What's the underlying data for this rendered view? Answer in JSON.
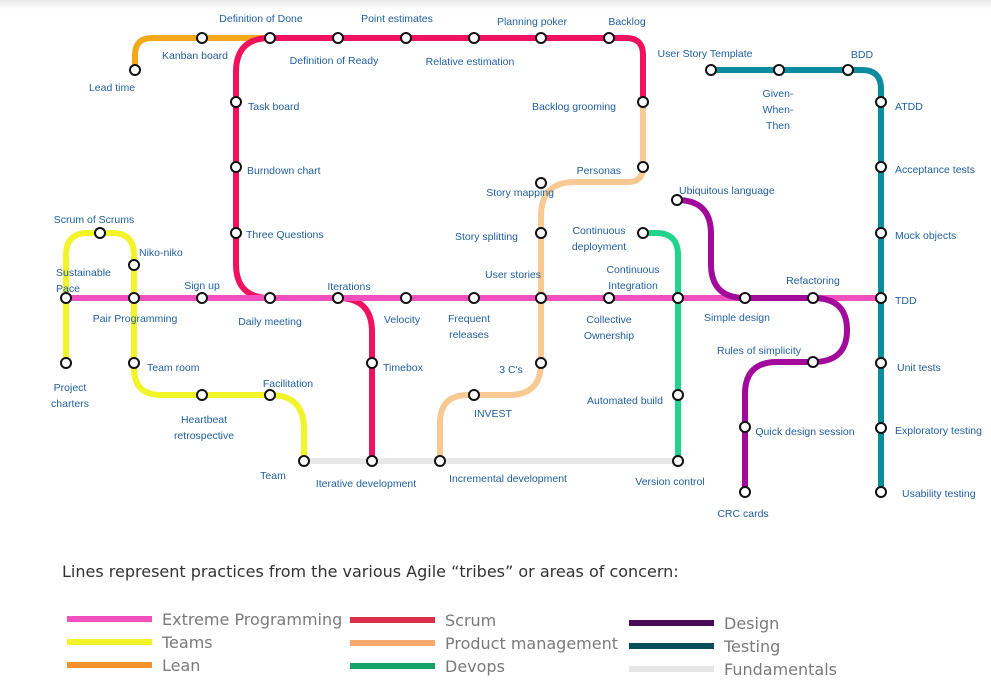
{
  "colors": {
    "xp": "#f24fbf",
    "teams": "#f3f32a",
    "lean": "#f3a81c",
    "scrum": "#f0125e",
    "product": "#f9c994",
    "devops": "#22d38d",
    "design": "#a20a9c",
    "testing": "#0b8c9e",
    "fundamentals": "#e8e8e8",
    "label": "#1f5f9e"
  },
  "stations": [
    {
      "id": "definition-of-done",
      "label": "Definition of Done"
    },
    {
      "id": "point-estimates",
      "label": "Point estimates"
    },
    {
      "id": "planning-poker",
      "label": "Planning poker"
    },
    {
      "id": "backlog",
      "label": "Backlog"
    },
    {
      "id": "kanban-board",
      "label": "Kanban board"
    },
    {
      "id": "definition-of-ready",
      "label": "Definition of Ready"
    },
    {
      "id": "relative-estimation",
      "label": "Relative estimation"
    },
    {
      "id": "lead-time",
      "label": "Lead time"
    },
    {
      "id": "user-story-template",
      "label": "User Story Template"
    },
    {
      "id": "bdd",
      "label": "BDD"
    },
    {
      "id": "given-when-then",
      "label": "Given-\nWhen-\nThen"
    },
    {
      "id": "atdd",
      "label": "ATDD"
    },
    {
      "id": "task-board",
      "label": "Task board"
    },
    {
      "id": "backlog-grooming",
      "label": "Backlog grooming"
    },
    {
      "id": "burndown-chart",
      "label": "Burndown chart"
    },
    {
      "id": "personas",
      "label": "Personas"
    },
    {
      "id": "acceptance-tests",
      "label": "Acceptance tests"
    },
    {
      "id": "story-mapping",
      "label": "Story mapping"
    },
    {
      "id": "ubiquitous-language",
      "label": "Ubiquitous language"
    },
    {
      "id": "scrum-of-scrums",
      "label": "Scrum of Scrums"
    },
    {
      "id": "three-questions",
      "label": "Three Questions"
    },
    {
      "id": "story-splitting",
      "label": "Story splitting"
    },
    {
      "id": "continuous-deployment",
      "label": "Continuous\ndeployment"
    },
    {
      "id": "mock-objects",
      "label": "Mock objects"
    },
    {
      "id": "niko-niko",
      "label": "Niko-niko"
    },
    {
      "id": "sustainable-pace",
      "label": "Sustainable\nPace"
    },
    {
      "id": "user-stories",
      "label": "User stories"
    },
    {
      "id": "continuous-integration",
      "label": "Continuous\nIntegration"
    },
    {
      "id": "sign-up",
      "label": "Sign up"
    },
    {
      "id": "iterations",
      "label": "Iterations"
    },
    {
      "id": "refactoring",
      "label": "Refactoring"
    },
    {
      "id": "tdd",
      "label": "TDD"
    },
    {
      "id": "pair-programming",
      "label": "Pair Programming"
    },
    {
      "id": "daily-meeting",
      "label": "Daily meeting"
    },
    {
      "id": "velocity",
      "label": "Velocity"
    },
    {
      "id": "frequent-releases",
      "label": "Frequent\nreleases"
    },
    {
      "id": "collective-ownership",
      "label": "Collective\nOwnership"
    },
    {
      "id": "simple-design",
      "label": "Simple design"
    },
    {
      "id": "rules-of-simplicity",
      "label": "Rules of simplicity"
    },
    {
      "id": "team-room",
      "label": "Team room"
    },
    {
      "id": "timebox",
      "label": "Timebox"
    },
    {
      "id": "3-cs",
      "label": "3 C's"
    },
    {
      "id": "unit-tests",
      "label": "Unit tests"
    },
    {
      "id": "project-charters",
      "label": "Project\ncharters"
    },
    {
      "id": "facilitation",
      "label": "Facilitation"
    },
    {
      "id": "automated-build",
      "label": "Automated build"
    },
    {
      "id": "invest",
      "label": "INVEST"
    },
    {
      "id": "heartbeat-retrospective",
      "label": "Heartbeat\nretrospective"
    },
    {
      "id": "quick-design-session",
      "label": "Quick design session"
    },
    {
      "id": "exploratory-testing",
      "label": "Exploratory testing"
    },
    {
      "id": "team",
      "label": "Team"
    },
    {
      "id": "iterative-development",
      "label": "Iterative development"
    },
    {
      "id": "incremental-development",
      "label": "Incremental development"
    },
    {
      "id": "version-control",
      "label": "Version control"
    },
    {
      "id": "usability-testing",
      "label": "Usability testing"
    },
    {
      "id": "crc-cards",
      "label": "CRC cards"
    }
  ],
  "caption": "Lines represent practices from the various Agile “tribes” or areas of concern:",
  "legend": [
    {
      "label": "Extreme Programming",
      "color": "#f24fbf"
    },
    {
      "label": "Teams",
      "color": "#f3f32a"
    },
    {
      "label": "Lean",
      "color": "#f3922a"
    },
    {
      "label": "Scrum",
      "color": "#d9304a"
    },
    {
      "label": "Product management",
      "color": "#f7a86a"
    },
    {
      "label": "Devops",
      "color": "#16a36a"
    },
    {
      "label": "Design",
      "color": "#4a0a56"
    },
    {
      "label": "Testing",
      "color": "#0a4f5c"
    },
    {
      "label": "Fundamentals",
      "color": "#e6e6e6"
    }
  ]
}
